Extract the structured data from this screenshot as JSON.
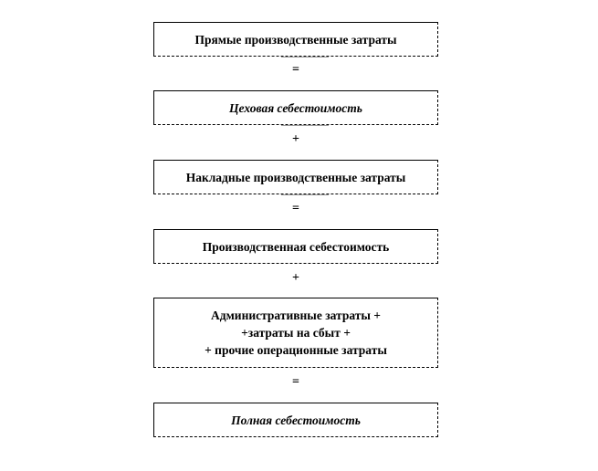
{
  "diagram": {
    "box1": {
      "lines": [
        "Прямые производственные затраты"
      ]
    },
    "op1": "=",
    "box2": {
      "lines": [
        "Цеховая себестоимость"
      ]
    },
    "op2": "+",
    "box3": {
      "lines": [
        "Накладные производственные затраты"
      ]
    },
    "op3": "=",
    "box4": {
      "lines": [
        "Производственная себестоимость"
      ]
    },
    "op4": "+",
    "box5": {
      "lines": [
        "Административные затраты +",
        "+затраты на сбыт +",
        "+ прочие операционные затраты"
      ]
    },
    "op5": "=",
    "box6": {
      "lines": [
        "Полная себестоимость"
      ]
    }
  },
  "colors": {
    "border": "#000000",
    "background": "#ffffff",
    "connector": "#9a9a9a"
  }
}
